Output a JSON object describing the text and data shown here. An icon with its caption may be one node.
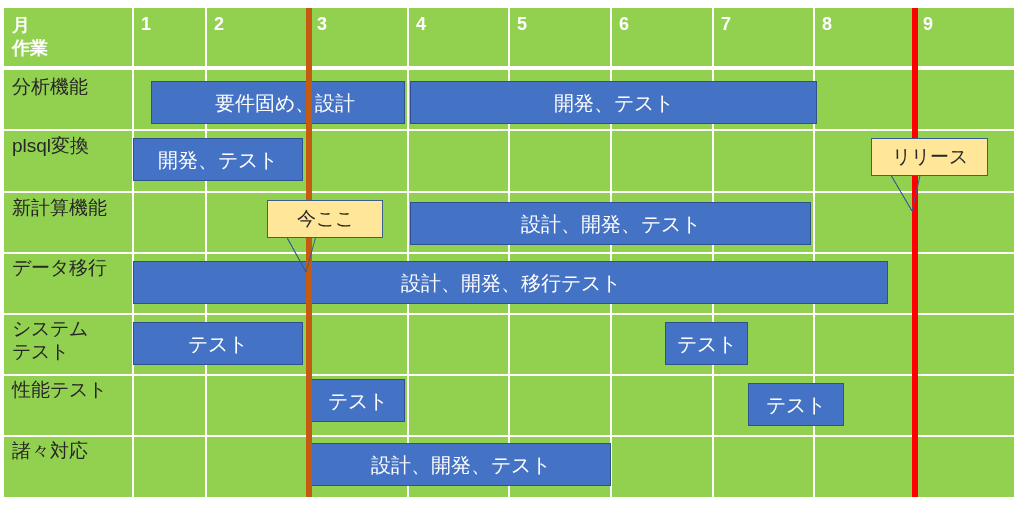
{
  "diagram": {
    "nodes": [
      {
        "text": [
          "要件固め、設計"
        ]
      },
      {
        "text": [
          "開発、テスト"
        ]
      },
      {
        "text": [
          "開発、テスト"
        ]
      },
      {
        "text": [
          "リリース"
        ]
      },
      {
        "text": [
          "今ここ"
        ]
      },
      {
        "text": [
          "設計、開発、テスト"
        ]
      },
      {
        "text": [
          "設計、開発、移行テスト"
        ]
      },
      {
        "text": [
          "テスト"
        ]
      },
      {
        "text": [
          "テスト"
        ]
      },
      {
        "text": [
          "テスト"
        ]
      },
      {
        "text": [
          "テスト"
        ]
      },
      {
        "text": [
          "設計、開発、テスト"
        ]
      },
      {
        "text": [],
        "shape": "bar"
      },
      {
        "text": [],
        "shape": "bar"
      }
    ],
    "edges": [
      {
        "from": 3,
        "to": 13,
        "arrow": "none"
      },
      {
        "from": 4,
        "to": 12,
        "arrow": "none"
      }
    ],
    "labels": [
      "月",
      "作業",
      "1",
      "2",
      "3",
      "4",
      "5",
      "6",
      "7",
      "8",
      "9",
      "分析機能",
      "plsql変換",
      "新計算機能",
      "データ移行",
      "システムテスト",
      "性能テスト",
      "諸々対応"
    ]
  }
}
